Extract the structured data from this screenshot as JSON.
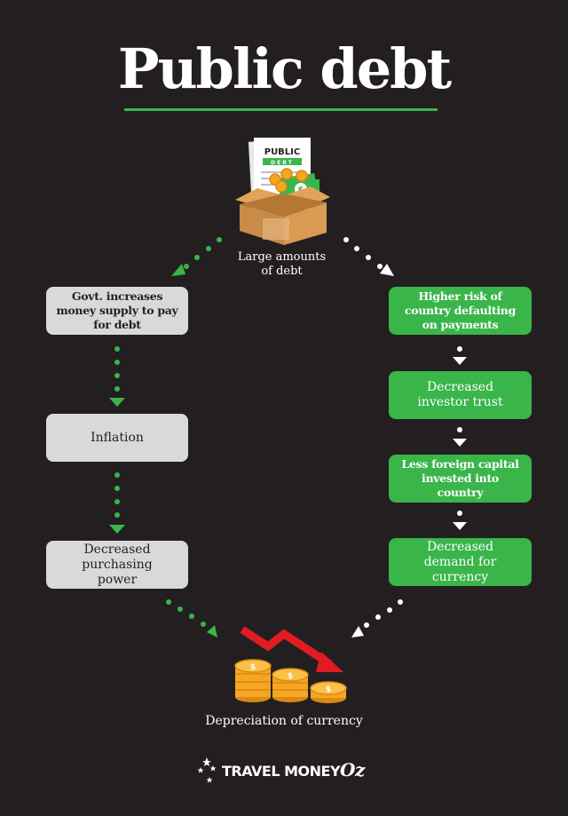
{
  "title": "Public debt",
  "top_node": {
    "label": "Large amounts\nof debt",
    "box_word_1": "PUBLIC",
    "box_word_2": "DEBT",
    "coin_symbol": "$"
  },
  "left_chain": [
    "Govt. increases money supply to pay for debt",
    "Inflation",
    "Decreased purchasing power"
  ],
  "right_chain": [
    "Higher risk of country defaulting on payments",
    "Decreased investor trust",
    "Less foreign capital invested into country",
    "Decreased demand for currency"
  ],
  "bottom_node": {
    "label": "Depreciation of currency",
    "coin_symbol": "$"
  },
  "brand": {
    "name": "TRAVEL MONEY",
    "suffix": "Oz"
  },
  "colors": {
    "background": "#231f20",
    "green": "#39b54a",
    "grey_box": "#d9d9db",
    "arrow_red": "#e21b22",
    "coin_gold": "#f6a623"
  }
}
